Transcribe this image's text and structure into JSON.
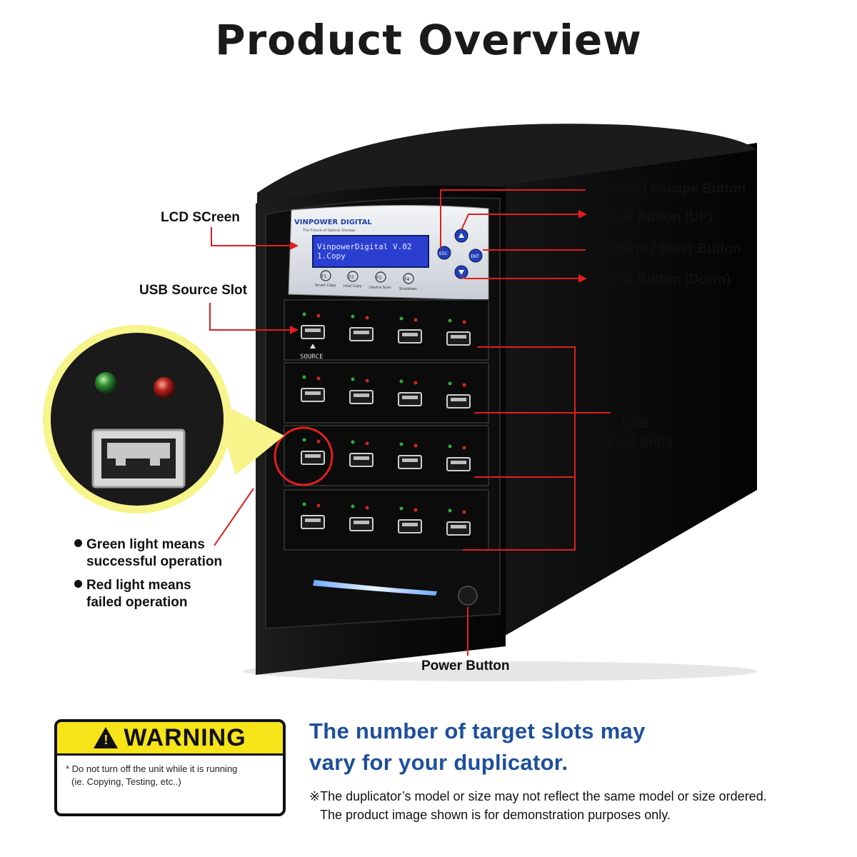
{
  "title": "Product Overview",
  "callouts": {
    "lcd_screen": "LCD SCreen",
    "usb_source_slot": "USB Source Slot",
    "cancel_button": "Cancel / Escape Button",
    "scroll_up": "Scroll Button (UP)",
    "confirm_button": "Confirm / Enter Button",
    "scroll_down": "Scroll Button (Down)",
    "usb_target_line1": "USB",
    "usb_target_line2": "Target Slots",
    "power_button": "Power Button"
  },
  "notes": {
    "green_line1": "Green light means",
    "green_line2": "successful operation",
    "red_line1": "Red light means",
    "red_line2": "failed operation"
  },
  "device": {
    "brand": "VINPOWER DIGITAL",
    "tagline": "The Future of Optical Storage",
    "lcd_line1": "VinpowerDigital  V.02",
    "lcd_line2": "1.Copy",
    "key_esc": "ESC",
    "key_ent": "ENT",
    "f_keys": [
      {
        "key": "F1",
        "label": "Smart Copy"
      },
      {
        "key": "F2",
        "label": "Intel Copy"
      },
      {
        "key": "F3",
        "label": "Device Scan"
      },
      {
        "key": "F4",
        "label": "Shutdown"
      }
    ],
    "source_label": "SOURCE"
  },
  "warning": {
    "heading": "WARNING",
    "line1": "* Do not turn off the unit while it is running",
    "line2": "(ie. Copying, Testing, etc..)"
  },
  "notice": {
    "headline1": "The number of target slots may",
    "headline2": "vary for your duplicator.",
    "line1": "※The duplicator’s model or size may not reflect the same model or size ordered.",
    "line2": "The product image shown is for demonstration purposes only."
  },
  "colors": {
    "callout_red": "#e01e1e",
    "warning_yellow": "#f6e318",
    "headline_blue": "#1d4f9c",
    "device_body": "#111111",
    "lcd_blue": "#2a3fd0"
  }
}
